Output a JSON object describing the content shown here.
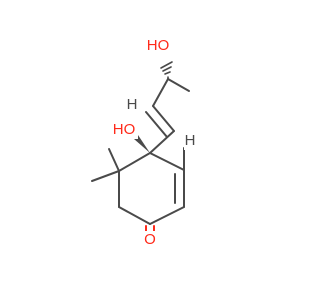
{
  "molecule": {
    "labels": {
      "top_oh": "HO",
      "alkene_h_upper": "H",
      "alkene_h_lower": "H",
      "ring_oh": "HO",
      "ketone_o": "O"
    },
    "colors": {
      "bond": "#4a4a4a",
      "oxygen": "#ff2a1a",
      "hydrogen": "#4a4a4a"
    }
  }
}
